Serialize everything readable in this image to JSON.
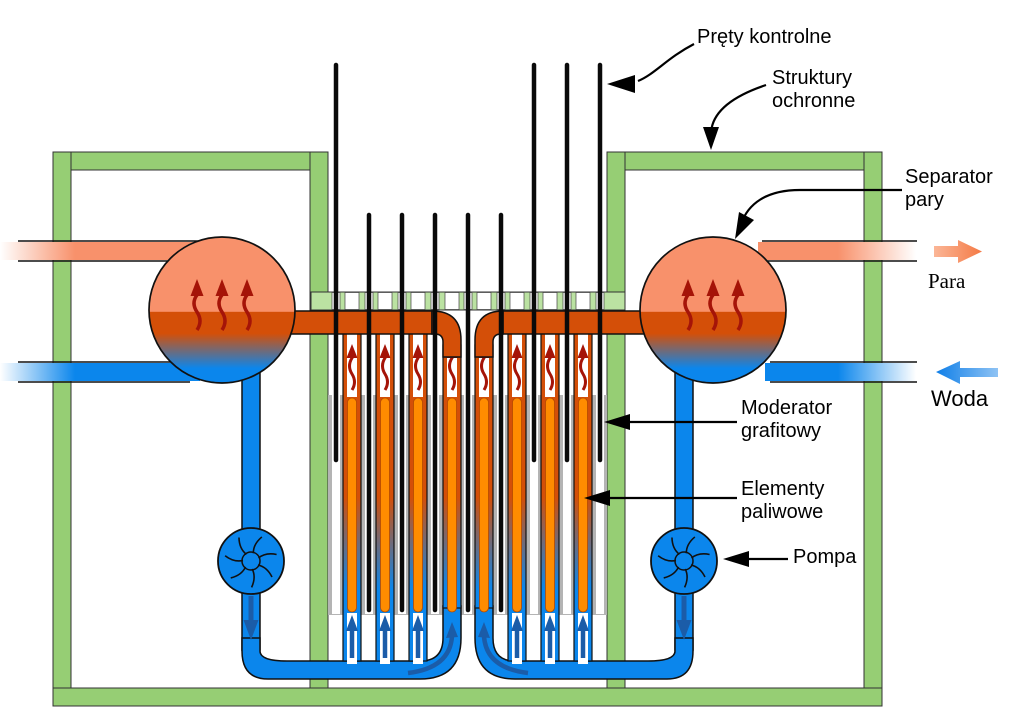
{
  "diagram_title": "RBMK reactor schematic (Polish)",
  "labels": {
    "control_rods": "Pręty kontrolne",
    "protective_structures_line1": "Struktury",
    "protective_structures_line2": "ochronne",
    "steam_separator_line1": "Separator",
    "steam_separator_line2": "pary",
    "steam": "Para",
    "water": "Woda",
    "moderator_line1": "Moderator",
    "moderator_line2": "grafitowy",
    "fuel_line1": "Elementy",
    "fuel_line2": "paliwowe",
    "pump": "Pompa"
  },
  "colors": {
    "structure_green": "#96CE74",
    "shield_light_green": "#BBE2A2",
    "steam_salmon": "#F8916B",
    "hot_dark_orange": "#D44F08",
    "fuel_orange": "#FF8C00",
    "water_blue": "#0B86EC",
    "flow_arrow_dark_blue": "#1B5CA8",
    "steam_arrow_dark_red": "#A51408",
    "moderator_gray": "#B4B4B4",
    "outline_black": "#111111"
  }
}
